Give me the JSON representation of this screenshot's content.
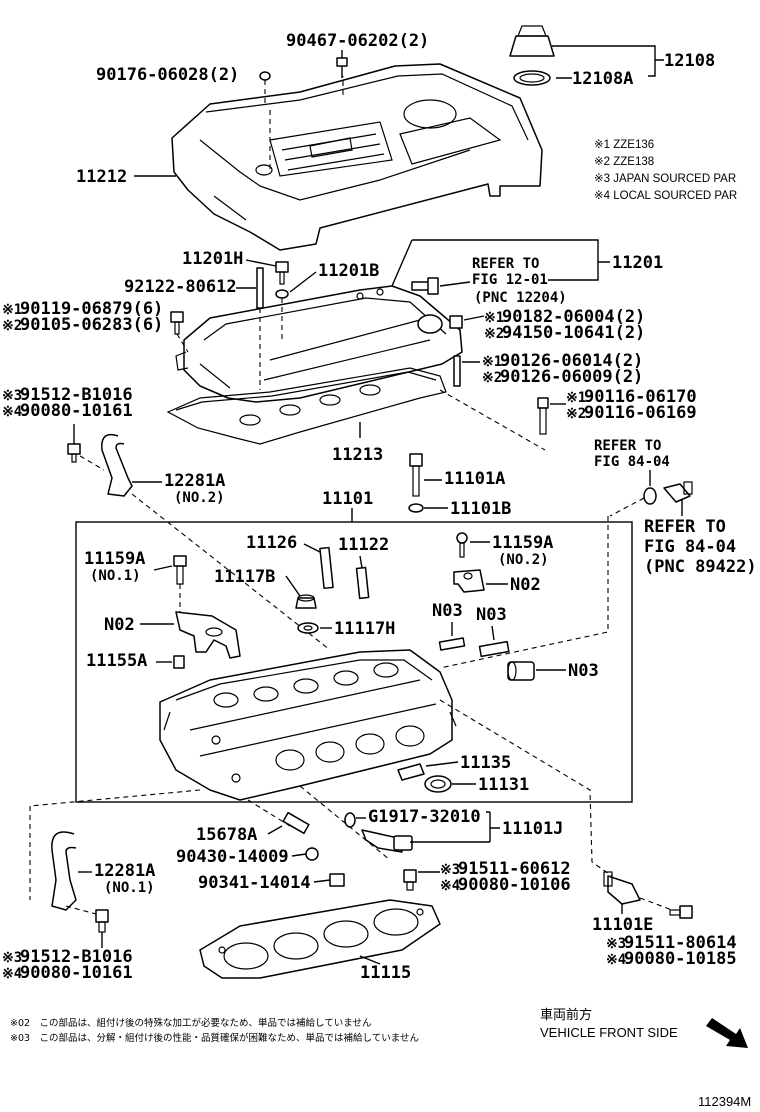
{
  "labels": {
    "p90467": "90467-06202(2)",
    "p90176": "90176-06028(2)",
    "p12108": "12108",
    "p12108A": "12108A",
    "p11212": "11212",
    "p11201H": "11201H",
    "p11201B": "11201B",
    "p92122": "92122-80612",
    "p11201": "11201",
    "refer1a": "REFER TO",
    "refer1b": "FIG 12-01",
    "refer1c": "(PNC 12204)",
    "p90119": "90119-06879(6)",
    "p90105": "90105-06283(6)",
    "p90182": "90182-06004(2)",
    "p94150": "94150-10641(2)",
    "p90126a": "90126-06014(2)",
    "p90126b": "90126-06009(2)",
    "p91512a": "91512-B1016",
    "p90080a": "90080-10161",
    "p90116a": "90116-06170",
    "p90116b": "90116-06169",
    "p11213": "11213",
    "p11101A": "11101A",
    "p12281A1": "12281A",
    "no2": "(NO.2)",
    "refer2a": "REFER TO",
    "refer2b": "FIG 84-04",
    "p11101": "11101",
    "p11101B": "11101B",
    "refer3a": "REFER TO",
    "refer3b": "FIG 84-04",
    "refer3c": "(PNC 89422)",
    "p11126": "11126",
    "p11122": "11122",
    "p11159A1": "11159A",
    "no1": "(NO.1)",
    "p11159A2": "11159A",
    "no2b": "(NO.2)",
    "p11117B": "11117B",
    "n02a": "N02",
    "n02b": "N02",
    "p11117H": "11117H",
    "n03a": "N03",
    "n03b": "N03",
    "p11155A": "11155A",
    "n03c": "N03",
    "p11135": "11135",
    "p11131": "11131",
    "pG1917": "G1917-32010",
    "p11101J": "11101J",
    "p15678A": "15678A",
    "p90430": "90430-14009",
    "p90341": "90341-14014",
    "p12281A2": "12281A",
    "no1b": "(NO.1)",
    "p91511a": "91511-60612",
    "p90080b": "90080-10106",
    "p11101E": "11101E",
    "p91511b": "91511-80614",
    "p90080c": "90080-10185",
    "p91512b": "91512-B1016",
    "p90080d": "90080-10161",
    "p11115": "11115",
    "mark1": "※1",
    "mark2": "※2",
    "mark3": "※3",
    "mark4": "※4"
  },
  "notes": {
    "n1": "※1 ZZE136",
    "n2": "※2 ZZE138",
    "n3": "※3 JAPAN SOURCED PAR",
    "n4": "※4 LOCAL SOURCED PAR"
  },
  "footer": {
    "jp1": "※02　この部品は、組付け後の特殊な加工が必要なため、単品では補給していません",
    "jp2": "※03　この部品は、分解・組付け後の性能・品質確保が困難なため、単品では補給していません",
    "front_jp": "車両前方",
    "front_en": "VEHICLE FRONT SIDE",
    "code": "112394M"
  }
}
